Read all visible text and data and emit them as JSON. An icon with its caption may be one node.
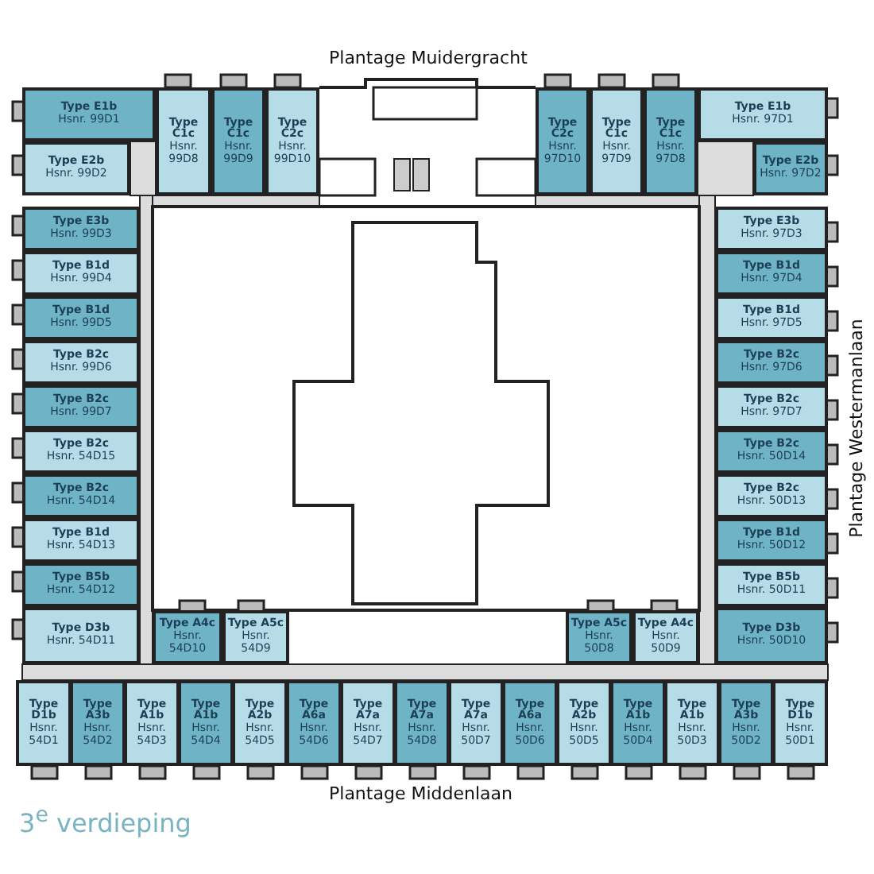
{
  "diagram": {
    "nodes": [
      {
        "text": [
          "Type E1b",
          "Hsnr. 99D1"
        ]
      },
      {
        "text": [
          "Type C1c",
          "Hsnr. 99D8"
        ]
      },
      {
        "text": [
          "Type C1c",
          "Hsnr. 99D9"
        ]
      },
      {
        "text": [
          "Type C2c",
          "Hsnr. 99D10"
        ]
      },
      {
        "text": [
          "Type C2c",
          "Hsnr. 97D10"
        ]
      },
      {
        "text": [
          "Type C1c",
          "Hsnr. 97D9"
        ]
      },
      {
        "text": [
          "Type C1c",
          "Hsnr. 97D8"
        ]
      },
      {
        "text": [
          "Type E1b",
          "Hsnr. 97D1"
        ]
      },
      {
        "text": [
          "Type E2b",
          "Hsnr. 99D2"
        ]
      },
      {
        "text": [
          "Type E2b",
          "Hsnr. 97D2"
        ]
      },
      {
        "text": [
          "Type E3b",
          "Hsnr. 99D3"
        ]
      },
      {
        "text": [
          "Type E3b",
          "Hsnr. 97D3"
        ]
      },
      {
        "text": [
          "Type B1d",
          "Hsnr. 99D4"
        ]
      },
      {
        "text": [
          "Type B1d",
          "Hsnr. 97D4"
        ]
      },
      {
        "text": [
          "Type B1d",
          "Hsnr. 99D5"
        ]
      },
      {
        "text": [
          "Type B1d",
          "Hsnr. 97D5"
        ]
      },
      {
        "text": [
          "Type B2c",
          "Hsnr. 99D6"
        ]
      },
      {
        "text": [
          "Type B2c",
          "Hsnr. 97D6"
        ]
      },
      {
        "text": [
          "Type B2c",
          "Hsnr. 99D7"
        ]
      },
      {
        "text": [
          "Type B2c",
          "Hsnr. 97D7"
        ]
      },
      {
        "text": [
          "Type B2c",
          "Hsnr. 54D15"
        ]
      },
      {
        "text": [
          "Type B2c",
          "Hsnr. 50D14"
        ]
      },
      {
        "text": [
          "Type B2c",
          "Hsnr. 54D14"
        ]
      },
      {
        "text": [
          "Type B2c",
          "Hsnr. 50D13"
        ]
      },
      {
        "text": [
          "Type B1d",
          "Hsnr. 54D13"
        ]
      },
      {
        "text": [
          "Type B1d",
          "Hsnr. 50D12"
        ]
      },
      {
        "text": [
          "Type B5b",
          "Hsnr. 54D12"
        ]
      },
      {
        "text": [
          "Type B5b",
          "Hsnr. 50D11"
        ]
      },
      {
        "text": [
          "Type D3b",
          "Hsnr. 54D11"
        ]
      },
      {
        "text": [
          "Type A4c",
          "Hsnr. 54D10"
        ]
      },
      {
        "text": [
          "Type A5c",
          "Hsnr. 54D9"
        ]
      },
      {
        "text": [
          "Type A5c",
          "Hsnr. 50D8"
        ]
      },
      {
        "text": [
          "Type A4c",
          "Hsnr. 50D9"
        ]
      },
      {
        "text": [
          "Type D3b",
          "Hsnr. 50D10"
        ]
      },
      {
        "text": [
          "Type D1b",
          "Hsnr. 54D1"
        ]
      },
      {
        "text": [
          "Type A3b",
          "Hsnr. 54D2"
        ]
      },
      {
        "text": [
          "Type A1b",
          "Hsnr. 54D3"
        ]
      },
      {
        "text": [
          "Type A1b",
          "Hsnr. 54D4"
        ]
      },
      {
        "text": [
          "Type A2b",
          "Hsnr. 54D5"
        ]
      },
      {
        "text": [
          "Type A6a",
          "Hsnr. 54D6"
        ]
      },
      {
        "text": [
          "Type A7a",
          "Hsnr. 54D7"
        ]
      },
      {
        "text": [
          "Type A7a",
          "Hsnr. 54D8"
        ]
      },
      {
        "text": [
          "Type A7a",
          "Hsnr. 50D7"
        ]
      },
      {
        "text": [
          "Type A6a",
          "Hsnr. 50D6"
        ]
      },
      {
        "text": [
          "Type A2b",
          "Hsnr. 50D5"
        ]
      },
      {
        "text": [
          "Type A1b",
          "Hsnr. 50D4"
        ]
      },
      {
        "text": [
          "Type A1b",
          "Hsnr. 50D3"
        ]
      },
      {
        "text": [
          "Type A3b",
          "Hsnr. 50D2"
        ]
      },
      {
        "text": [
          "Type D1b",
          "Hsnr. 50D1"
        ]
      }
    ],
    "labels": [
      "Plantage Muidergracht",
      "Plantage Westermanlaan",
      "Plantage Middenlaan",
      "3$^{e}$ verdieping"
    ]
  }
}
